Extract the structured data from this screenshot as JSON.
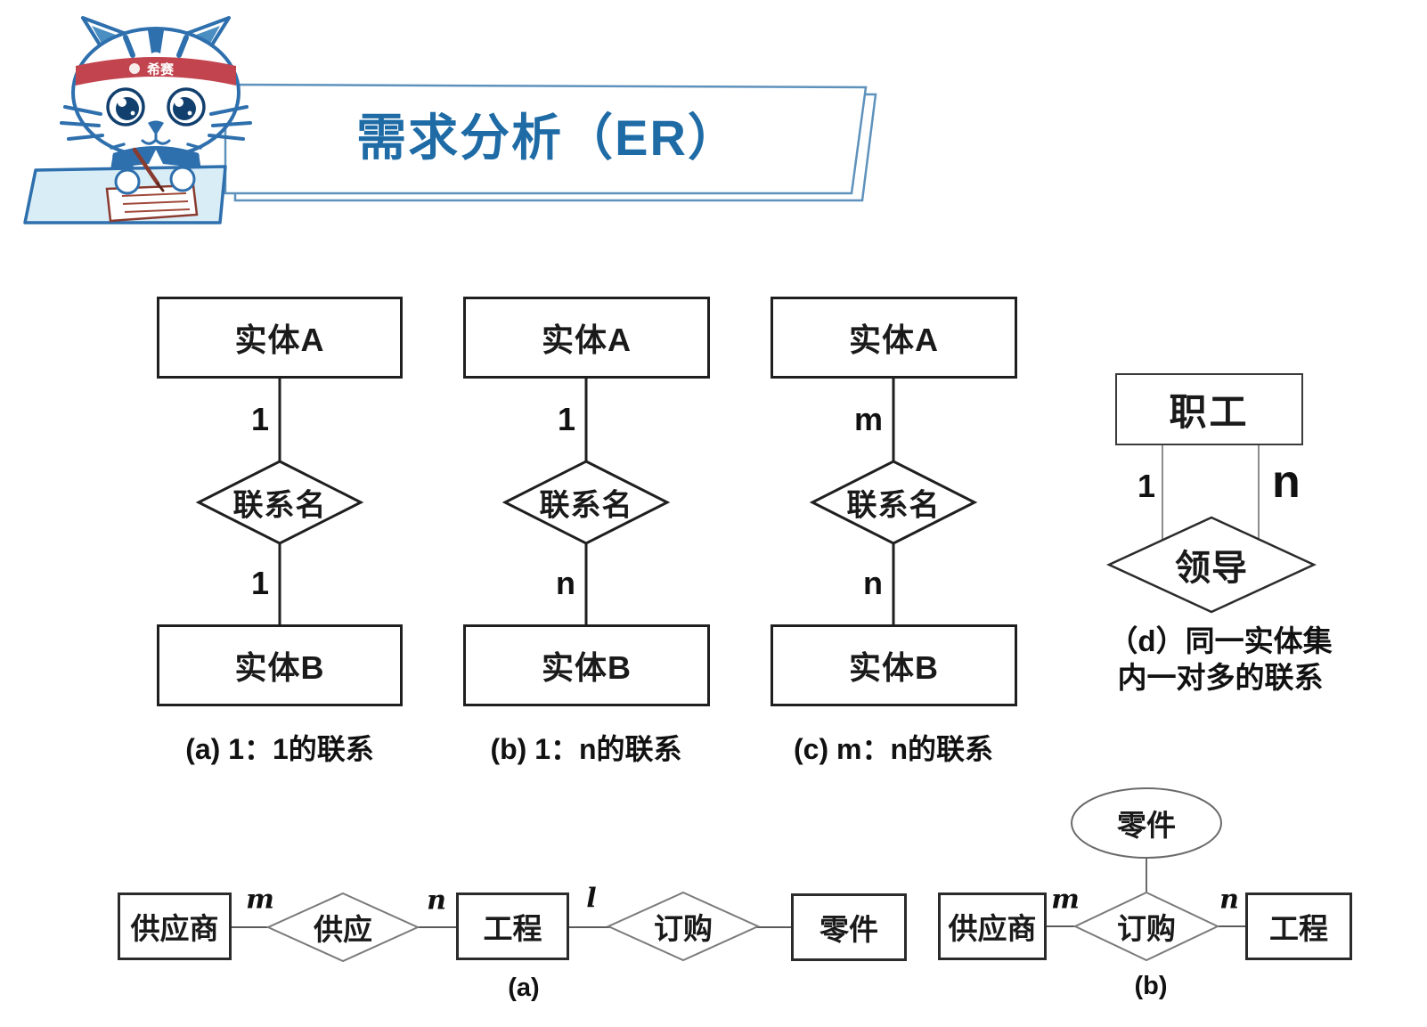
{
  "header": {
    "title": "需求分析（ER）",
    "mascot": {
      "headband_text": "希赛"
    }
  },
  "relationship_types": {
    "diagrams": [
      {
        "entity_top": "实体A",
        "card_top": "1",
        "relation": "联系名",
        "card_bottom": "1",
        "entity_bottom": "实体B",
        "caption": "(a) 1：1的联系"
      },
      {
        "entity_top": "实体A",
        "card_top": "1",
        "relation": "联系名",
        "card_bottom": "n",
        "entity_bottom": "实体B",
        "caption": "(b) 1：n的联系"
      },
      {
        "entity_top": "实体A",
        "card_top": "m",
        "relation": "联系名",
        "card_bottom": "n",
        "entity_bottom": "实体B",
        "caption": "(c) m：n的联系"
      }
    ],
    "self_relation": {
      "entity": "职工",
      "card_left": "1",
      "card_right": "n",
      "relation": "领导",
      "caption_line1": "（d）同一实体集",
      "caption_line2": "内一对多的联系"
    }
  },
  "example_diagrams": {
    "left": {
      "entity_supplier": "供应商",
      "card_m": "m",
      "relation_supply": "供应",
      "card_n": "n",
      "entity_project": "工程",
      "card_l": "l",
      "relation_order": "订购",
      "entity_part": "零件",
      "caption": "(a)"
    },
    "right": {
      "attr_part": "零件",
      "entity_supplier": "供应商",
      "card_m": "m",
      "relation_order": "订购",
      "card_n": "n",
      "entity_project": "工程",
      "caption": "(b)"
    }
  },
  "colors": {
    "title_blue": "#1e6ba6",
    "banner_border": "#5e92bc",
    "diagram_line_dark": "#1f1f1f",
    "diagram_line_gray": "#5a5a5a",
    "mascot_blue": "#2e6fad",
    "headband_red": "#c2444e",
    "desk_fill": "#d9edf7",
    "pen_brown": "#8a3b2f"
  }
}
